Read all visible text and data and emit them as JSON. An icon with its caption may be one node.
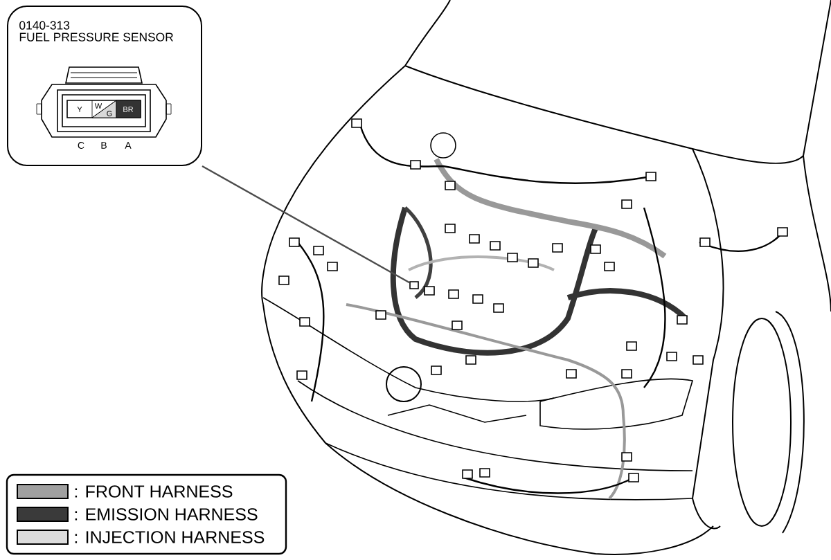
{
  "diagram": {
    "nodes": [
      {
        "text": [
          "0140-313",
          "FUEL PRESSURE SENSOR"
        ]
      },
      {
        "text": [],
        "shape": "box"
      }
    ],
    "edges": [
      {
        "from": 0,
        "to": 1,
        "arrow": "none"
      }
    ],
    "labels": [
      "Y",
      "W",
      "G",
      "BR",
      "C",
      "B",
      "A"
    ],
    "legend": [
      {
        "text": ": FRONT HARNESS",
        "color": "#a0a0a0"
      },
      {
        "text": ": EMISSION HARNESS",
        "color": "#3a3a3a"
      },
      {
        "text": ": INJECTION HARNESS",
        "color": "#dcdcdc"
      }
    ]
  }
}
